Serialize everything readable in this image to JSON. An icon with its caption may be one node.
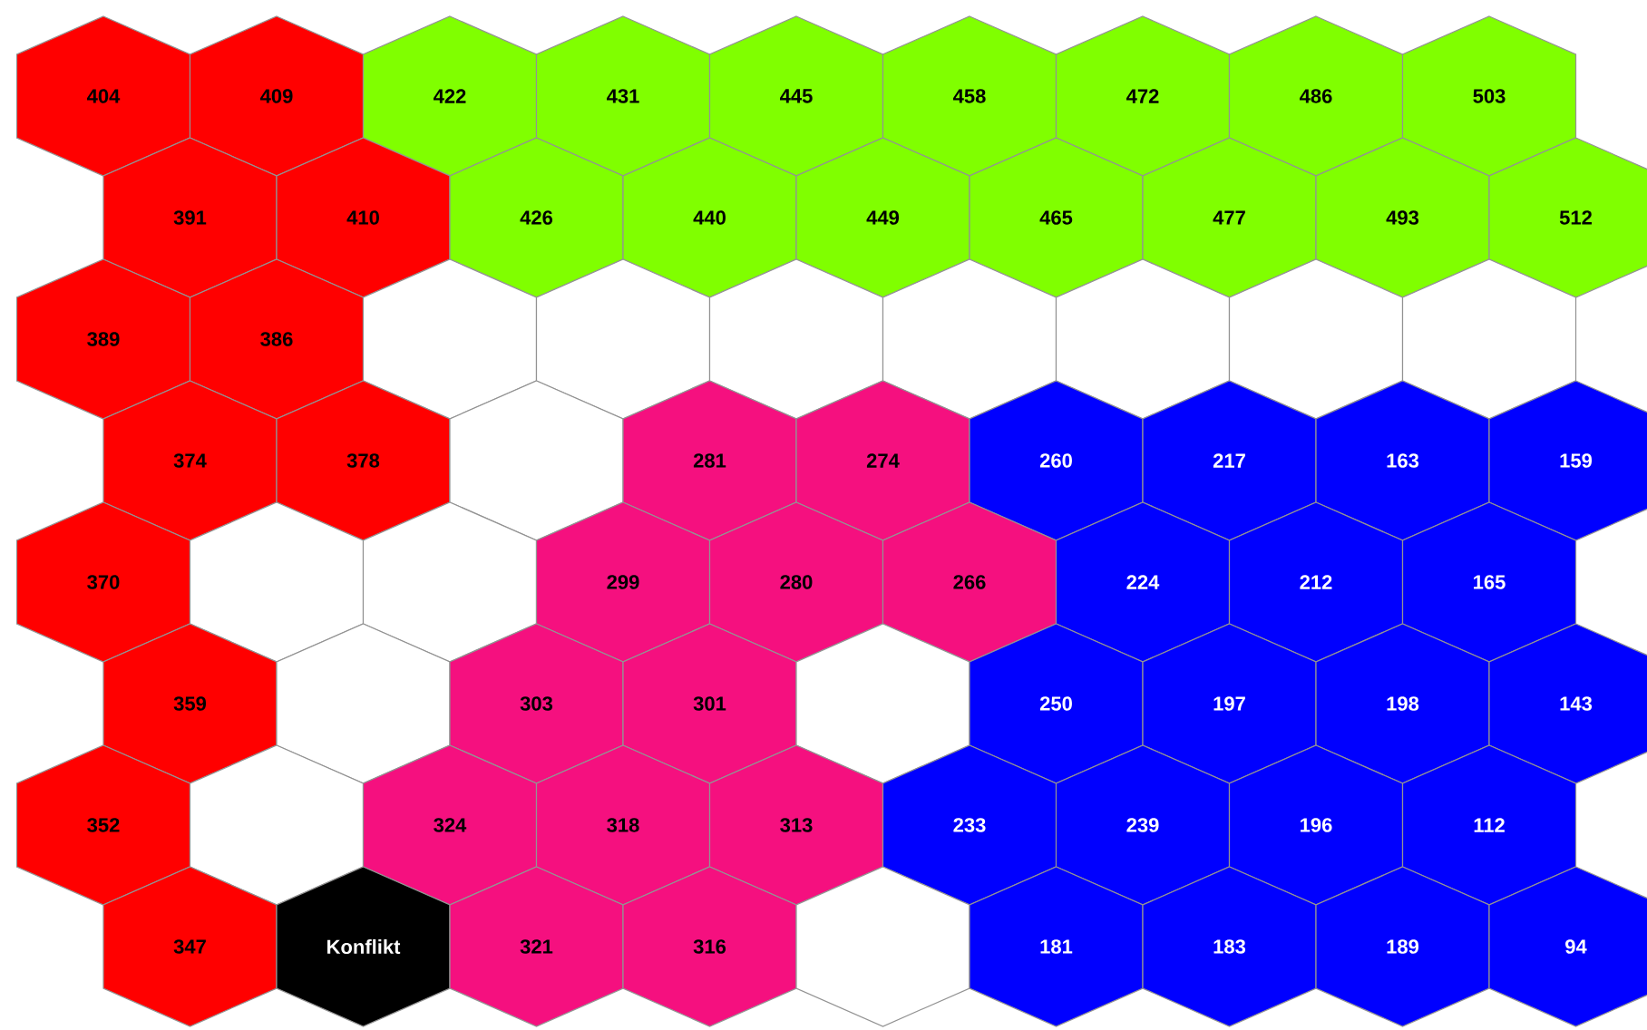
{
  "diagram": {
    "nodes": [
      {
        "text": [
          "404"
        ]
      },
      {
        "text": [
          "409"
        ]
      },
      {
        "text": [
          "422"
        ]
      },
      {
        "text": [
          "431"
        ]
      },
      {
        "text": [
          "445"
        ]
      },
      {
        "text": [
          "458"
        ]
      },
      {
        "text": [
          "472"
        ]
      },
      {
        "text": [
          "486"
        ]
      },
      {
        "text": [
          "503"
        ]
      },
      {
        "text": [
          "391"
        ]
      },
      {
        "text": [
          "410"
        ]
      },
      {
        "text": [
          "426"
        ]
      },
      {
        "text": [
          "440"
        ]
      },
      {
        "text": [
          "449"
        ]
      },
      {
        "text": [
          "465"
        ]
      },
      {
        "text": [
          "477"
        ]
      },
      {
        "text": [
          "493"
        ]
      },
      {
        "text": [
          "512"
        ]
      },
      {
        "text": [
          "389"
        ]
      },
      {
        "text": [
          "386"
        ]
      },
      {
        "text": [],
        "shape": "hexagon"
      },
      {
        "text": [],
        "shape": "hexagon"
      },
      {
        "text": [],
        "shape": "hexagon"
      },
      {
        "text": [],
        "shape": "hexagon"
      },
      {
        "text": [],
        "shape": "hexagon"
      },
      {
        "text": [],
        "shape": "hexagon"
      },
      {
        "text": [],
        "shape": "hexagon"
      },
      {
        "text": [
          "374"
        ]
      },
      {
        "text": [
          "378"
        ]
      },
      {
        "text": [],
        "shape": "hexagon"
      },
      {
        "text": [
          "281"
        ]
      },
      {
        "text": [
          "274"
        ]
      },
      {
        "text": [
          "260"
        ]
      },
      {
        "text": [
          "217"
        ]
      },
      {
        "text": [
          "163"
        ]
      },
      {
        "text": [
          "159"
        ]
      },
      {
        "text": [
          "370"
        ]
      },
      {
        "text": [],
        "shape": "hexagon"
      },
      {
        "text": [],
        "shape": "hexagon"
      },
      {
        "text": [
          "299"
        ]
      },
      {
        "text": [
          "280"
        ]
      },
      {
        "text": [
          "266"
        ]
      },
      {
        "text": [
          "224"
        ]
      },
      {
        "text": [
          "212"
        ]
      },
      {
        "text": [
          "165"
        ]
      },
      {
        "text": [
          "359"
        ]
      },
      {
        "text": [],
        "shape": "hexagon"
      },
      {
        "text": [
          "303"
        ]
      },
      {
        "text": [
          "301"
        ]
      },
      {
        "text": [],
        "shape": "hexagon"
      },
      {
        "text": [
          "250"
        ]
      },
      {
        "text": [
          "197"
        ]
      },
      {
        "text": [
          "198"
        ]
      },
      {
        "text": [
          "143"
        ]
      },
      {
        "text": [
          "352"
        ]
      },
      {
        "text": [],
        "shape": "hexagon"
      },
      {
        "text": [
          "324"
        ]
      },
      {
        "text": [
          "318"
        ]
      },
      {
        "text": [
          "313"
        ]
      },
      {
        "text": [
          "233"
        ]
      },
      {
        "text": [
          "239"
        ]
      },
      {
        "text": [
          "196"
        ]
      },
      {
        "text": [
          "112"
        ]
      },
      {
        "text": [
          "347"
        ]
      },
      {
        "text": [
          "Konflikt"
        ]
      },
      {
        "text": [
          "321"
        ]
      },
      {
        "text": [
          "316"
        ]
      },
      {
        "text": [],
        "shape": "hexagon"
      },
      {
        "text": [
          "181"
        ]
      },
      {
        "text": [
          "183"
        ]
      },
      {
        "text": [
          "189"
        ]
      },
      {
        "text": [
          "94"
        ]
      }
    ]
  }
}
